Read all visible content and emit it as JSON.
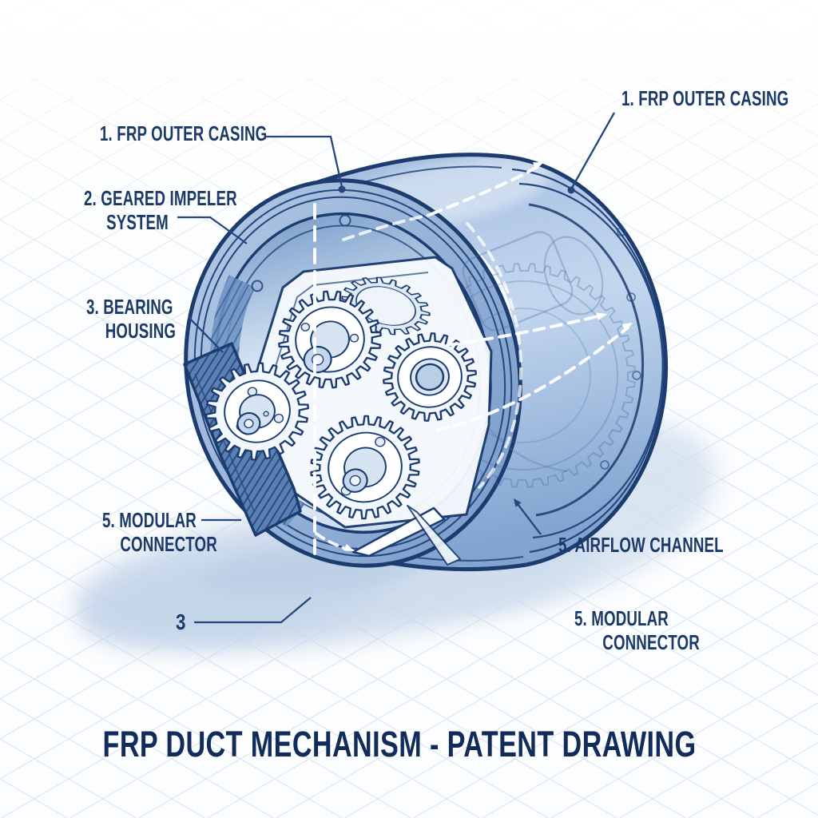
{
  "drawing": {
    "title": "FRP DUCT MECHANISM - PATENT DRAWING",
    "labels": {
      "outer_casing_left": "1. FRP OUTER CASING",
      "outer_casing_right": "1. FRP OUTER CASING",
      "impeller_l1": "2. GEARED IMPELER",
      "impeller_l2": "SYSTEM",
      "bearing_l1": "3. BEARING",
      "bearing_l2": "HOUSING",
      "modular_left_l1": "5. MODULAR",
      "modular_left_l2": "CONNECTOR",
      "ref3": "3",
      "airflow": "5. AIRFLOW CHANNEL",
      "modular_right_l1": "5. MODULAR",
      "modular_right_l2": "CONNECTOR"
    },
    "colors": {
      "line_navy": "#1c3c70",
      "leader_navy": "#24477e",
      "label_text": "#1b3a68",
      "title_text": "#112c5b",
      "casing_blue": "#9db8dc",
      "casing_dark": "#7b9dcb",
      "interior_light": "#eef4fb",
      "grid_line": "#d8e2ec",
      "shadow_blue": "#c6d6ea",
      "airflow_white": "#ffffff"
    }
  }
}
